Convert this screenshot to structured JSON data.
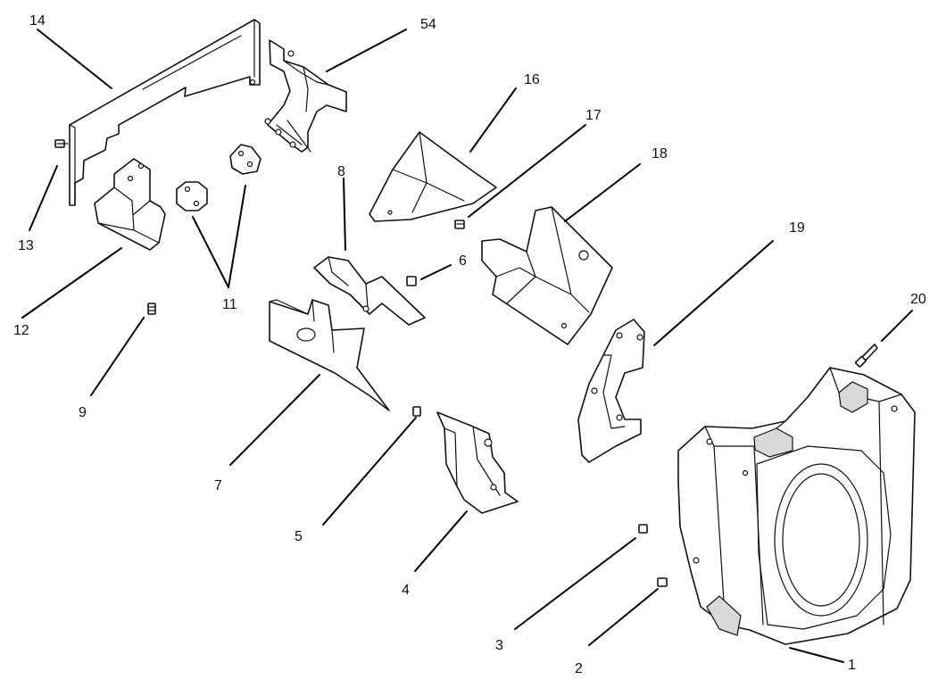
{
  "diagram": {
    "callouts": {
      "c14": "14",
      "c54": "54",
      "c16": "16",
      "c17": "17",
      "c18": "18",
      "c8": "8",
      "c6": "6",
      "c13": "13",
      "c12": "12",
      "c11": "11",
      "c9": "9",
      "c7": "7",
      "c19": "19",
      "c20": "20",
      "c5": "5",
      "c4": "4",
      "c3": "3",
      "c2": "2",
      "c1": "1"
    }
  }
}
